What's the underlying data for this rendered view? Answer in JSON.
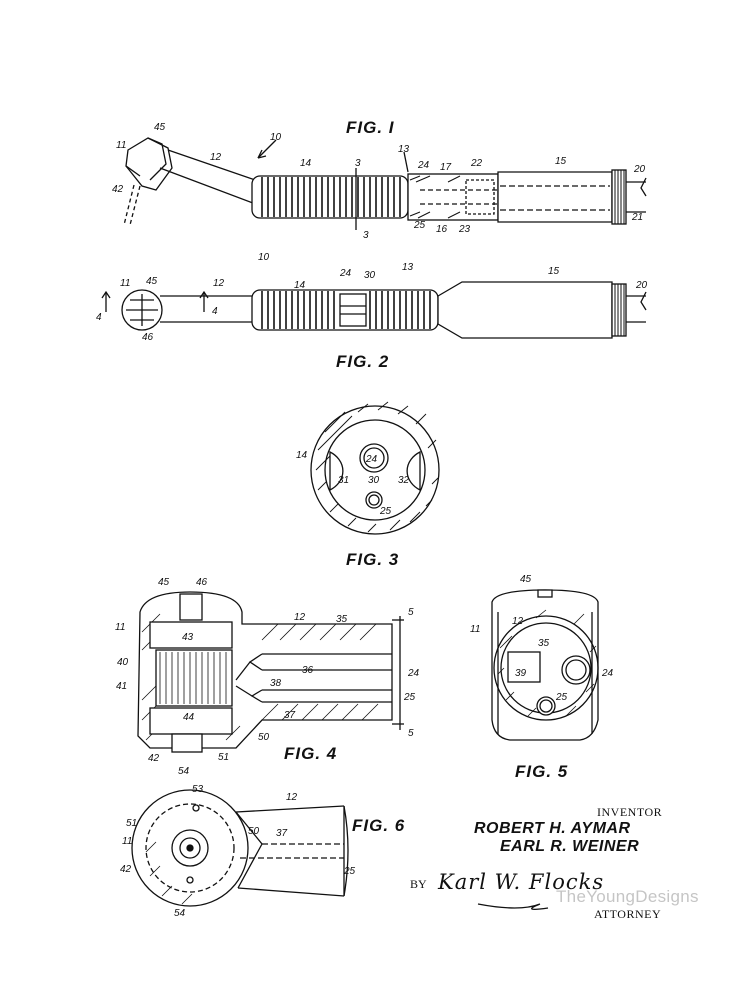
{
  "figures": {
    "fig1": "FIG. I",
    "fig2": "FIG. 2",
    "fig3": "FIG. 3",
    "fig4": "FIG. 4",
    "fig5": "FIG. 5",
    "fig6": "FIG. 6"
  },
  "fig1_refs": [
    "10",
    "11",
    "12",
    "13",
    "14",
    "15",
    "16",
    "17",
    "20",
    "21",
    "22",
    "23",
    "24",
    "25",
    "3",
    "3",
    "42",
    "45"
  ],
  "fig2_refs": [
    "10",
    "11",
    "12",
    "13",
    "14",
    "15",
    "20",
    "24",
    "30",
    "45",
    "46",
    "4",
    "4"
  ],
  "fig3_refs": [
    "14",
    "24",
    "25",
    "30",
    "31",
    "32"
  ],
  "fig4_refs": [
    "11",
    "12",
    "24",
    "25",
    "35",
    "36",
    "37",
    "38",
    "40",
    "41",
    "42",
    "43",
    "44",
    "45",
    "46",
    "50",
    "51",
    "54",
    "5",
    "5"
  ],
  "fig5_refs": [
    "11",
    "12",
    "24",
    "25",
    "35",
    "39",
    "45"
  ],
  "fig6_refs": [
    "11",
    "12",
    "25",
    "37",
    "42",
    "50",
    "51",
    "53",
    "54"
  ],
  "signature_block": {
    "inventor_heading": "INVENTOR",
    "inventors": [
      "ROBERT H. AYMAR",
      "EARL R. WEINER"
    ],
    "by_label": "BY",
    "attorney_signature": "Karl W. Flocks",
    "attorney_heading": "ATTORNEY"
  },
  "watermark": "TheYoungDesigns"
}
